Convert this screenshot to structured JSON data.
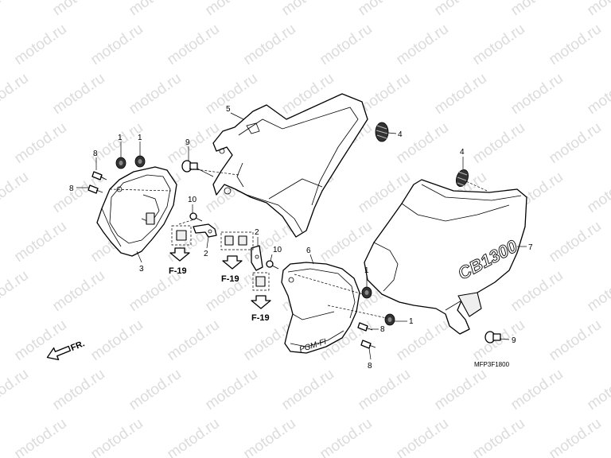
{
  "watermark": {
    "text": "motod.ru"
  },
  "diagram_code": "MFP3F1800",
  "front_label": "FR.",
  "badge_text": "CB1300",
  "pgmfi_text": "PGM-FI",
  "ref_labels": [
    "F-19",
    "F-19",
    "F-19"
  ],
  "callouts": [
    {
      "num": "1",
      "part": "grommet"
    },
    {
      "num": "1",
      "part": "grommet"
    },
    {
      "num": "1",
      "part": "grommet"
    },
    {
      "num": "1",
      "part": "grommet"
    },
    {
      "num": "2",
      "part": "bracket"
    },
    {
      "num": "2",
      "part": "bracket"
    },
    {
      "num": "3",
      "part": "left-inner-cover"
    },
    {
      "num": "4",
      "part": "rubber-cushion"
    },
    {
      "num": "4",
      "part": "rubber-cushion"
    },
    {
      "num": "5",
      "part": "left-side-cover"
    },
    {
      "num": "6",
      "part": "right-inner-cover"
    },
    {
      "num": "7",
      "part": "right-side-cover"
    },
    {
      "num": "8",
      "part": "bolt"
    },
    {
      "num": "8",
      "part": "bolt"
    },
    {
      "num": "8",
      "part": "bolt"
    },
    {
      "num": "8",
      "part": "bolt"
    },
    {
      "num": "9",
      "part": "bolt"
    },
    {
      "num": "9",
      "part": "bolt"
    },
    {
      "num": "10",
      "part": "screw"
    },
    {
      "num": "10",
      "part": "screw"
    }
  ]
}
